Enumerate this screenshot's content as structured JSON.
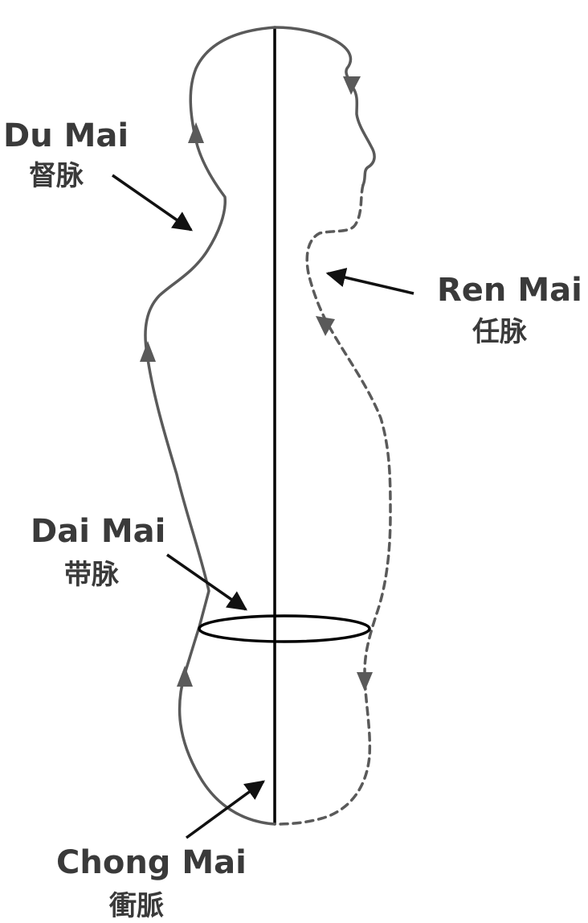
{
  "labels": {
    "du_mai": {
      "en": "Du Mai",
      "cn": "督脉"
    },
    "ren_mai": {
      "en": "Ren Mai",
      "cn": "任脉"
    },
    "dai_mai": {
      "en": "Dai Mai",
      "cn": "带脉"
    },
    "chong_mai": {
      "en": "Chong Mai",
      "cn": "衝脈"
    }
  },
  "colors": {
    "channel": "#5a5a5a",
    "axis": "#000000",
    "text": "#3a3a3a",
    "pointer": "#111111"
  }
}
